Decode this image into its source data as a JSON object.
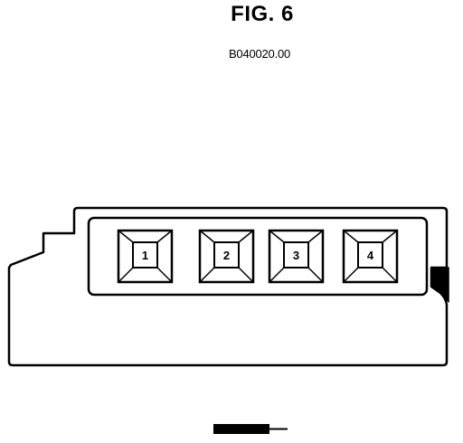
{
  "figure": {
    "title": "FIG. 6",
    "code": "B040020.00"
  },
  "keys": [
    {
      "label": "1"
    },
    {
      "label": "2"
    },
    {
      "label": "3"
    },
    {
      "label": "4"
    }
  ],
  "colors": {
    "ink": "#000000",
    "paper": "#ffffff"
  }
}
